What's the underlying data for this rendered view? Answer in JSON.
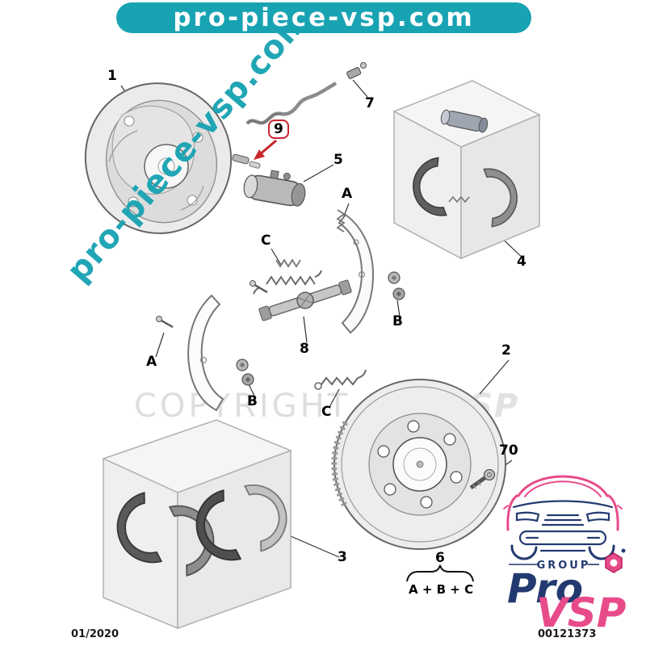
{
  "header": {
    "title": "pro-piece-vsp.com"
  },
  "watermarks": {
    "diagonal": "pro-piece-vsp.com",
    "copyright_prefix": "COPYRIGHT",
    "copyright_brand": "Pro VSP"
  },
  "callouts": {
    "n1": "1",
    "n2": "2",
    "n3": "3",
    "n4": "4",
    "n5": "5",
    "n6": "6",
    "n7": "7",
    "n8": "8",
    "n9": "9",
    "n70": "70",
    "a": "A",
    "b": "B",
    "c": "C",
    "formula": "A + B + C"
  },
  "footer": {
    "date": "01/2020",
    "reference": "00121373"
  },
  "logo": {
    "group": "GROUP",
    "pro": "Pro",
    "vsp": "VSP"
  },
  "colors": {
    "teal": "#18a3b3",
    "logo_navy": "#233a70",
    "logo_pink": "#e84b8a",
    "arrow_red": "#c9252c"
  }
}
